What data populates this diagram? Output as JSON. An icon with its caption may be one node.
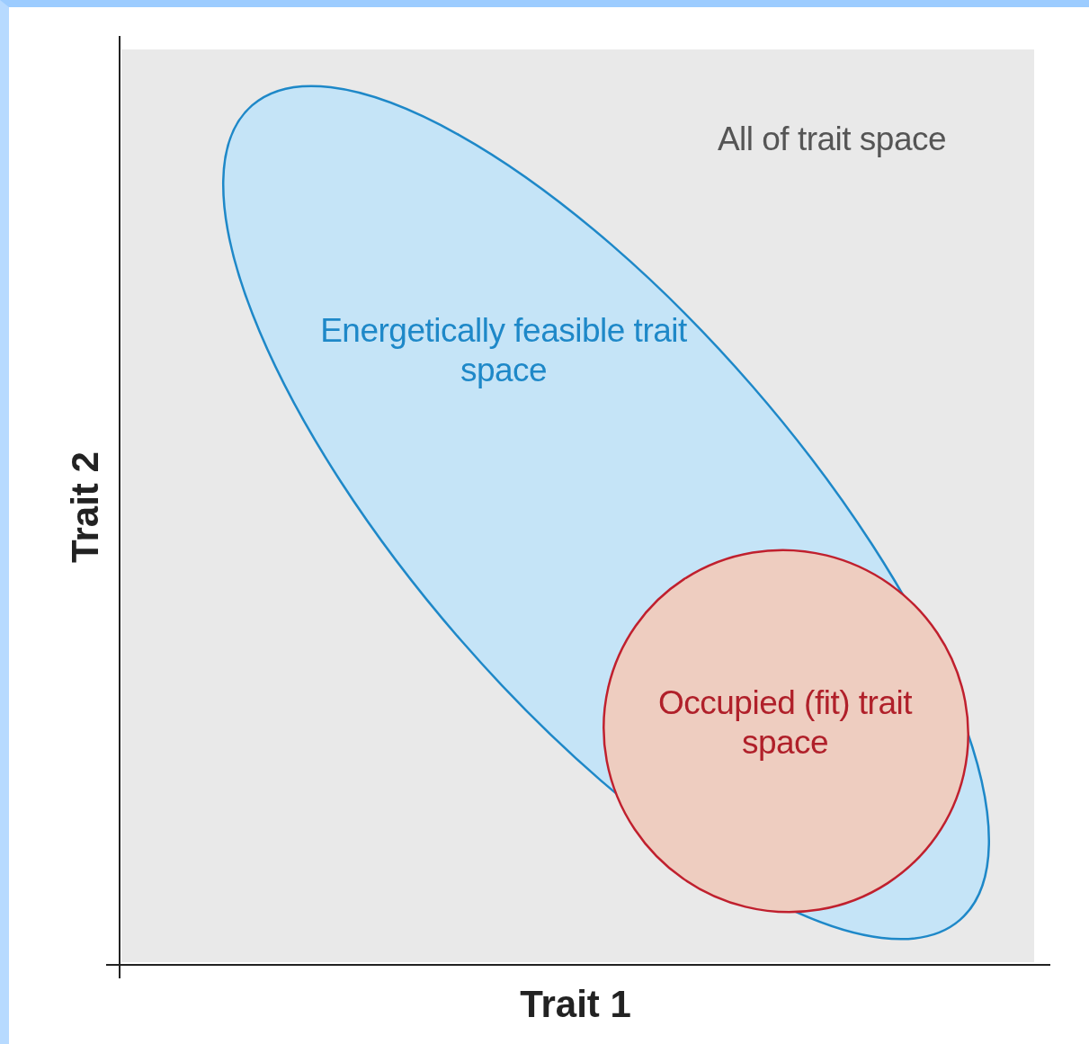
{
  "diagram": {
    "nodes": [
      {
        "text": [
          "All of trait space"
        ]
      },
      {
        "text": [
          "Energetically feasible trait space"
        ],
        "in": 0
      },
      {
        "text": [
          "Occupied (fit) trait space"
        ],
        "in": 1
      }
    ],
    "labels": [
      "Trait 2",
      "Trait 1"
    ]
  }
}
